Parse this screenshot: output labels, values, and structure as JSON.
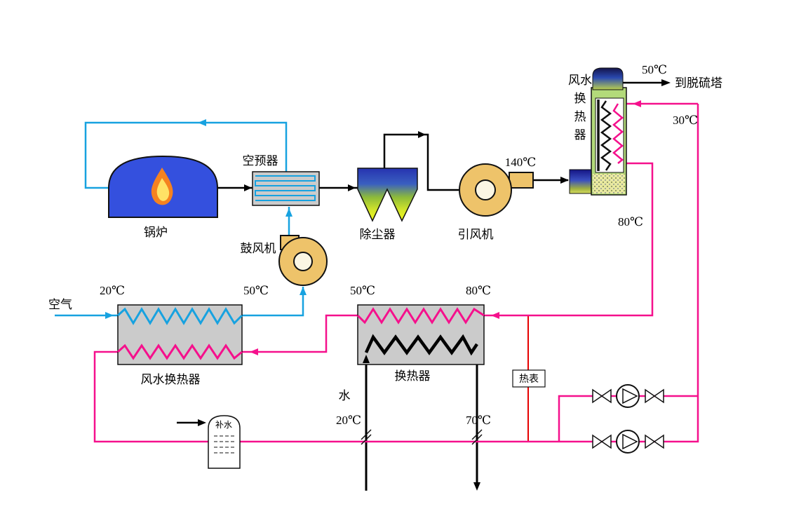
{
  "diagram": {
    "components": {
      "boiler": {
        "label": "锅炉"
      },
      "air_preheater": {
        "label": "空预器"
      },
      "blower": {
        "label": "鼓风机"
      },
      "dust_collector": {
        "label": "除尘器"
      },
      "induced_fan": {
        "label": "引风机"
      },
      "gas_water_hx": {
        "label_lines": [
          "风水",
          "换",
          "热",
          "器"
        ]
      },
      "air_water_hx": {
        "label": "风水换热器"
      },
      "water_hx": {
        "label": "换热器"
      },
      "heat_meter": {
        "label": "热表"
      },
      "makeup_tank": {
        "label": "补水"
      }
    },
    "streams": {
      "air_inlet": "空气",
      "water_inlet": "水",
      "to_desulfurization": "到脱硫塔"
    },
    "temperatures": {
      "stack_out": "50℃",
      "return_water": "30℃",
      "fan_out": "140℃",
      "supply_water": "80℃",
      "air_in": "20℃",
      "air_out": "50℃",
      "hx_in": "50℃",
      "hx_out": "80℃",
      "cold_water_in": "20℃",
      "hot_water_out": "70℃"
    },
    "colors": {
      "air": "#17A2E0",
      "hot_water": "#F5108C",
      "meter": "#E60000",
      "flue": "#000000",
      "boiler": "#3450DE",
      "fan": "#EEC36A",
      "equipment_box": "#CBCBCB",
      "hx_shell": "#B3DA7A"
    }
  }
}
